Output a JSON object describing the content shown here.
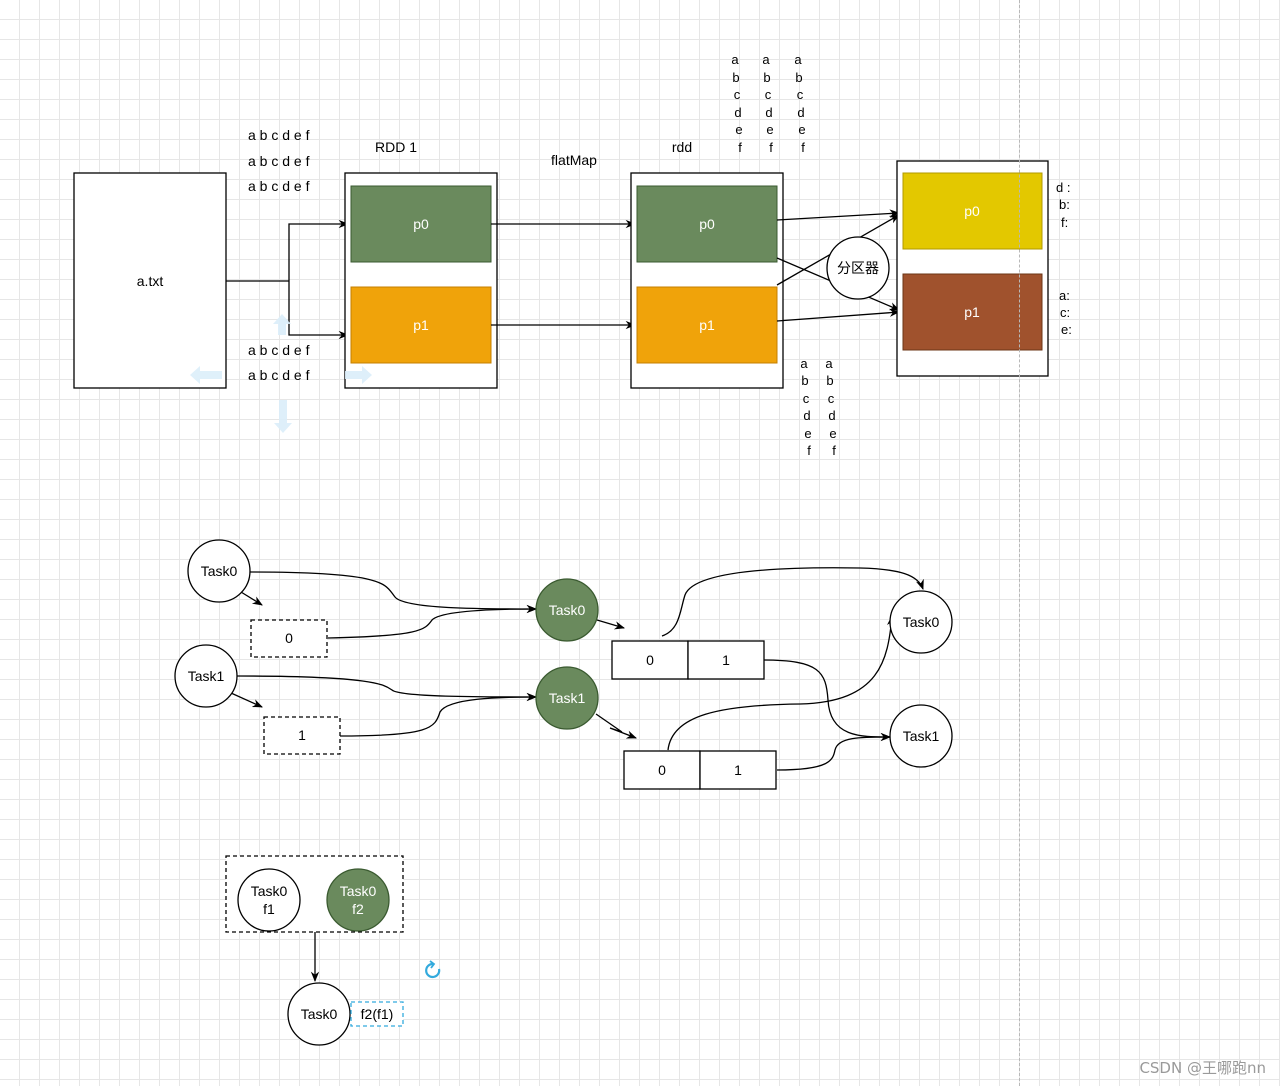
{
  "colors": {
    "green": "#6a8a5d",
    "orange": "#f0a30a",
    "yellow": "#e3c800",
    "brown": "#a0522d",
    "stroke": "#000000",
    "line_color": "#000000",
    "selection": "#33aadd"
  },
  "top_diagram": {
    "file_label": "a.txt",
    "input_lines_top": [
      "a b  c d e f",
      "a b  c d e f",
      "a b  c d e f"
    ],
    "input_lines_bottom": [
      "a b  c d e f",
      "a b  c d e f"
    ],
    "rdd1_title": "RDD 1",
    "rdd1_parts": [
      "p0",
      "p1"
    ],
    "transform_label": "flatMap",
    "rdd2_title": "rdd",
    "rdd2_parts": [
      "p0",
      "p1"
    ],
    "p0_columns": [
      [
        "a",
        "b",
        "c",
        "d",
        "e",
        "f"
      ],
      [
        "a",
        "b",
        "c",
        "d",
        "e",
        "f"
      ],
      [
        "a",
        "b",
        "c",
        "d",
        "e",
        "f"
      ]
    ],
    "p1_columns": [
      [
        "a",
        "b",
        "c",
        "d",
        "e",
        "f"
      ],
      [
        "a",
        "b",
        "c",
        "d",
        "e",
        "f"
      ]
    ],
    "partitioner_label": "分区器",
    "rdd3_parts": [
      "p0",
      "p1"
    ],
    "p0_keys": [
      "d :",
      "b:",
      "f:"
    ],
    "p1_keys": [
      "a:",
      "c:",
      "e:"
    ]
  },
  "middle_diagram": {
    "source_tasks": [
      "Task0",
      "Task1"
    ],
    "source_buffers": [
      "0",
      "1"
    ],
    "shuffle_tasks": [
      "Task0",
      "Task1"
    ],
    "output_arrays": [
      [
        "0",
        "1"
      ],
      [
        "0",
        "1"
      ]
    ],
    "target_tasks": [
      "Task0",
      "Task1"
    ]
  },
  "bottom_diagram": {
    "task_f1": [
      "Task0",
      "f1"
    ],
    "task_f2": [
      "Task0",
      "f2"
    ],
    "result_task": "Task0",
    "result_label": "f2(f1)"
  },
  "watermark": "CSDN @王哪跑nn"
}
